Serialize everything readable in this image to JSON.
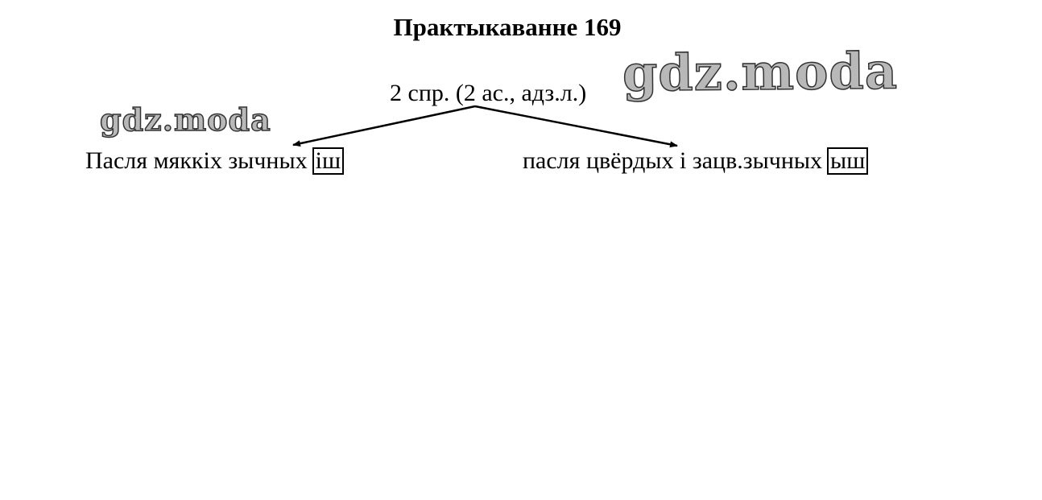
{
  "title": "Практыкаванне 169",
  "scheme": {
    "center_label": "2 спр. (2 ас., адз.л.)",
    "left_branch": {
      "text": "Пасля мяккіх зычных",
      "ending": "іш"
    },
    "right_branch": {
      "text": "пасля цвёрдых і зацв.зычных",
      "ending": "ыш"
    }
  },
  "watermarks": {
    "large": "gdz.moda",
    "small": "gdz.moda"
  }
}
